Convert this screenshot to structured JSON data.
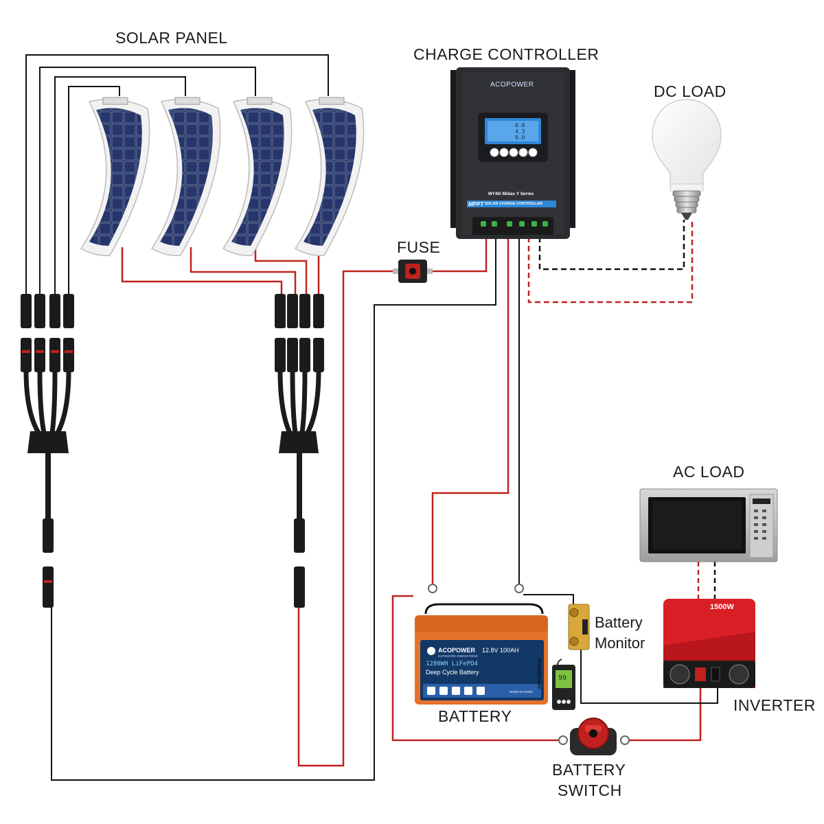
{
  "labels": {
    "solar_panel": "SOLAR PANEL",
    "charge_controller": "CHARGE CONTROLLER",
    "dc_load": "DC LOAD",
    "fuse": "FUSE",
    "ac_load": "AC LOAD",
    "battery_monitor_line1": "Battery",
    "battery_monitor_line2": "Monitor",
    "inverter": "INVERTER",
    "battery": "BATTERY",
    "battery_switch_line1": "BATTERY",
    "battery_switch_line2": "SWITCH"
  },
  "controller": {
    "brand": "ACOPOWER",
    "model": "MY40/ Midas Y Series",
    "mppt": "MPPT",
    "subtitle": "SOLAR CHARGE CONTROLLER",
    "display_line1": "0.0",
    "display_line2": "4.3",
    "display_line3": "0.0"
  },
  "battery": {
    "brand": "ACOPOWER",
    "brand_sub": "OUTDOORS INNOVATIONS",
    "spec": "12.8V  100AH",
    "capacity": "1280WH LiFePO4",
    "type": "Deep Cycle Battery",
    "made_in": "MADE IN CHINA"
  },
  "monitor": {
    "wire_note": "Shielded wire",
    "reading": "99"
  },
  "inverter": {
    "rating": "1500W"
  },
  "colors": {
    "red_wire": "#c0211e",
    "black_wire": "#111111",
    "panel_cell": "#1f2b55",
    "controller_body": "#2a2c30",
    "lcd": "#2f86d6",
    "battery_orange": "#e5722a",
    "battery_label": "#123866",
    "inverter_red": "#d81f26"
  }
}
